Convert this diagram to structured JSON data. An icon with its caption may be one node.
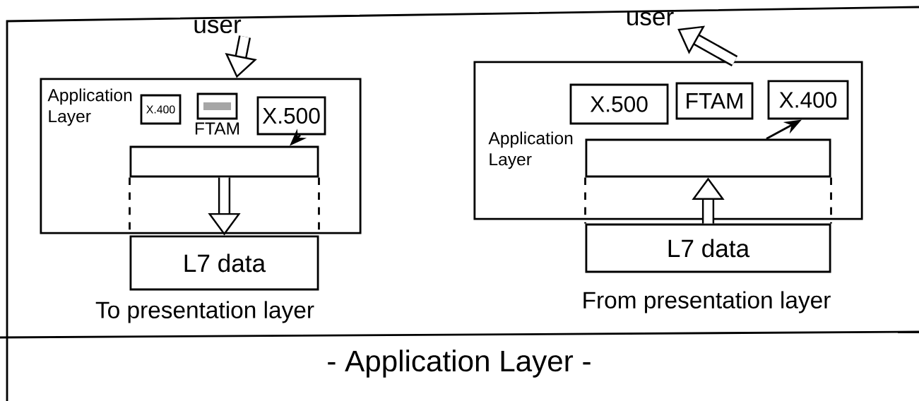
{
  "diagram": {
    "caption": "- Application Layer -",
    "nodes": [
      {
        "text": [
          "user"
        ]
      },
      {
        "text": [
          "Application Layer"
        ]
      },
      {
        "text": [
          "X.400"
        ],
        "in": 1
      },
      {
        "text": [
          "FTAM"
        ],
        "in": 1
      },
      {
        "text": [
          "X.500"
        ],
        "in": 1
      },
      {
        "text": [],
        "shape": "bar",
        "in": 1
      },
      {
        "text": [
          "L7 data"
        ],
        "beside": [
          "To presentation layer"
        ]
      },
      {
        "text": [
          "user"
        ]
      },
      {
        "text": [
          "Application Layer"
        ]
      },
      {
        "text": [
          "X.500"
        ],
        "in": 8
      },
      {
        "text": [
          "FTAM"
        ],
        "in": 8
      },
      {
        "text": [
          "X.400"
        ],
        "in": 8
      },
      {
        "text": [],
        "shape": "bar",
        "in": 8
      },
      {
        "text": [
          "L7 data"
        ],
        "beside": [
          "From presentation layer"
        ]
      }
    ],
    "edges": [
      {
        "from": 0,
        "to": 1,
        "arrow": "to",
        "style": "thick"
      },
      {
        "from": 4,
        "to": 5,
        "arrow": "to"
      },
      {
        "from": 5,
        "to": 6,
        "arrow": "to",
        "style": "thick"
      },
      {
        "from": 5,
        "to": 6,
        "arrow": "none",
        "style": "dashed"
      },
      {
        "from": 5,
        "to": 6,
        "arrow": "none",
        "style": "dashed"
      },
      {
        "from": 8,
        "to": 7,
        "arrow": "to",
        "style": "thick"
      },
      {
        "from": 12,
        "to": 11,
        "arrow": "to"
      },
      {
        "from": 13,
        "to": 12,
        "arrow": "to",
        "style": "thick"
      },
      {
        "from": 12,
        "to": 13,
        "arrow": "none",
        "style": "dashed"
      },
      {
        "from": 12,
        "to": 13,
        "arrow": "none",
        "style": "dashed"
      }
    ]
  }
}
